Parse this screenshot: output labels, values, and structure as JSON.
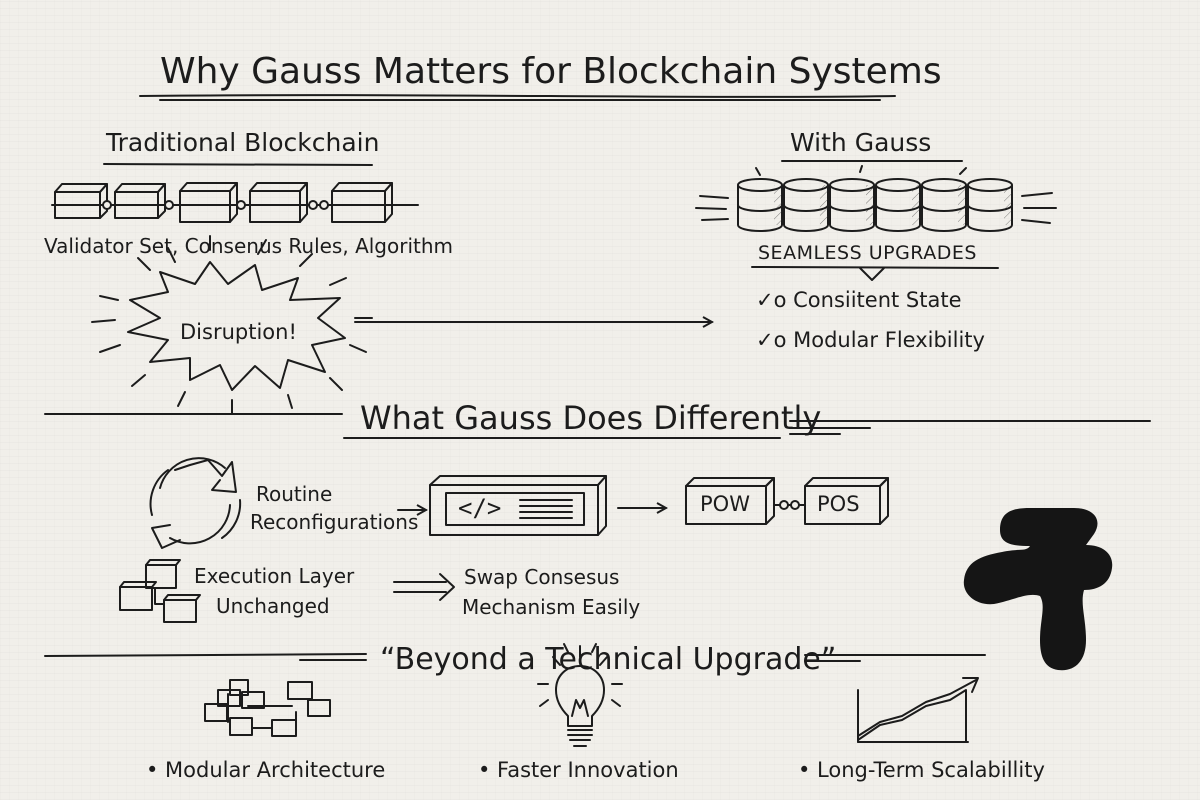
{
  "title": "Why Gauss Matters for Blockchain Systems",
  "traditional": {
    "heading": "Traditional Blockchain",
    "caption": "Validator Set, Consenus Rules, Algorithm",
    "burst": "Disruption!"
  },
  "gauss": {
    "heading": "With Gauss",
    "banner": "SEAMLESS UPGRADES",
    "checks": [
      "✓o Consiitent State",
      "✓o Modular Flexibility"
    ]
  },
  "section2": {
    "heading": "What Gauss Does Differently",
    "routine": [
      "Routine",
      "Reconfigurations"
    ],
    "code": "</>",
    "pow": "POW",
    "pos": "POS",
    "execution": [
      "Execution Layer",
      "Unchanged"
    ],
    "swap": [
      "Swap Consesus",
      "Mechanism Easily"
    ]
  },
  "section3": {
    "heading": "“Beyond a Technical Upgrade”",
    "bullets": [
      "• Modular Architecture",
      "• Faster Innovation",
      "• Long-Term Scalabillity"
    ]
  }
}
